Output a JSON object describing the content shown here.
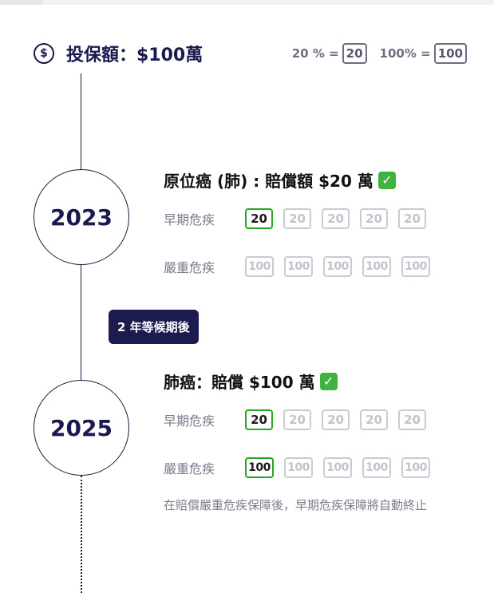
{
  "header": {
    "title": "投保額：$100萬",
    "icon": "dollar-circle-icon",
    "legend": [
      {
        "label": "20 % =",
        "value": "20"
      },
      {
        "label": "100% =",
        "value": "100"
      }
    ]
  },
  "events": [
    {
      "year": "2023",
      "claim_title": "原位癌 (肺) : 賠償額 $20 萬",
      "rows": [
        {
          "label": "早期危疾",
          "boxes": [
            "20",
            "20",
            "20",
            "20",
            "20"
          ],
          "active_count": 1
        },
        {
          "label": "嚴重危疾",
          "boxes": [
            "100",
            "100",
            "100",
            "100",
            "100"
          ],
          "active_count": 0
        }
      ]
    },
    {
      "year": "2025",
      "claim_title": "肺癌：賠償 $100 萬",
      "rows": [
        {
          "label": "早期危疾",
          "boxes": [
            "20",
            "20",
            "20",
            "20",
            "20"
          ],
          "active_count": 1
        },
        {
          "label": "嚴重危疾",
          "boxes": [
            "100",
            "100",
            "100",
            "100",
            "100"
          ],
          "active_count": 1
        }
      ]
    }
  ],
  "wait_badge": "2 年等候期後",
  "note": "在賠償嚴重危疾保障後，早期危疾保障將自動終止",
  "colors": {
    "navy": "#1c1b4d",
    "active_green": "#22a822",
    "inactive_grey": "#c9cbd3",
    "check_green": "#3fb23f"
  }
}
